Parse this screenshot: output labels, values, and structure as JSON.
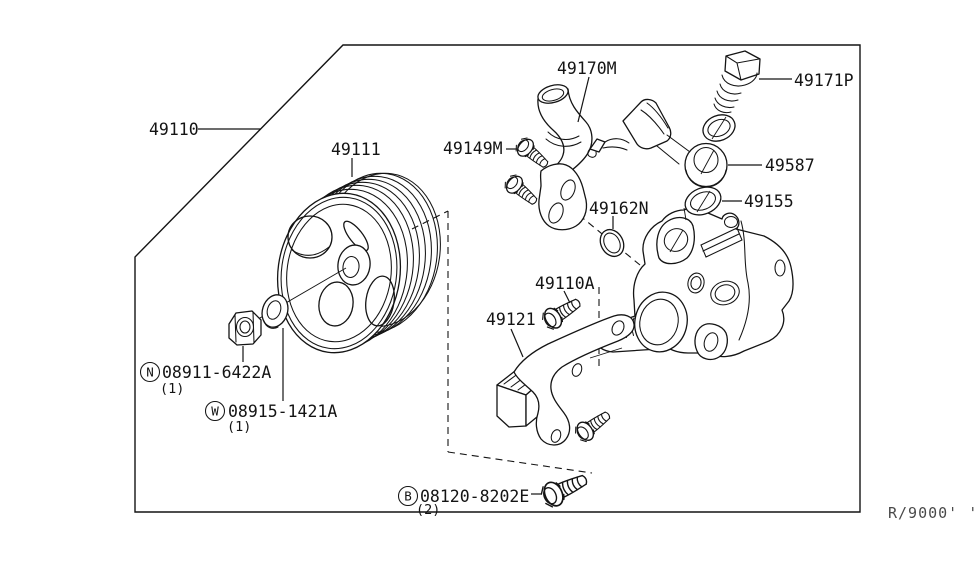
{
  "diagram_title": "Power steering pump parts diagram",
  "labels": {
    "assembly": "49110",
    "pulley": "49111",
    "bolt_49149m": "49149M",
    "inlet_tube": "49170M",
    "cap_bolt": "49171P",
    "eye_joint": "49587",
    "seal": "49155",
    "o_ring": "49162N",
    "bolt_49110a": "49110A",
    "bracket": "49121",
    "nut": "08911-6422A",
    "washer": "08915-1421A",
    "bolt_b": "08120-8202E"
  },
  "prefixes": {
    "nut": "N",
    "washer": "W",
    "bolt_b": "B"
  },
  "quantities": {
    "nut": "(1)",
    "washer": "(1)",
    "bolt_b": "(2)"
  },
  "footer": {
    "ref": "R/9000' '"
  },
  "colors": {
    "line": "#141414",
    "background": "#ffffff",
    "footer_text": "#4a4a4a"
  }
}
